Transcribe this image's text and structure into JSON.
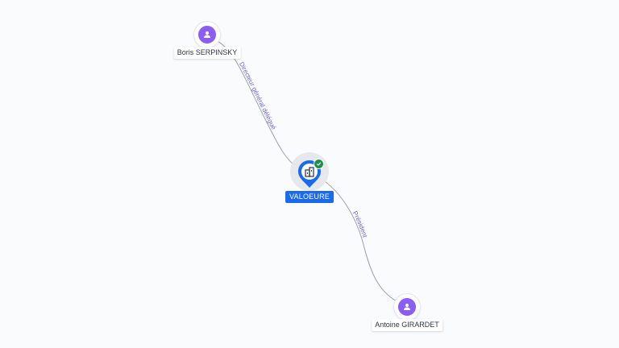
{
  "nodes": {
    "person_top": {
      "name": "Boris SERPINSKY",
      "icon": "person-icon"
    },
    "company": {
      "name": "VALOEURE",
      "icon": "building-icon",
      "status": "verified-check-icon"
    },
    "person_bottom": {
      "name": "Antoine GIRARDET",
      "icon": "person-icon"
    }
  },
  "edges": {
    "top_to_company": {
      "label": "Directeur général délégué"
    },
    "company_to_bottom": {
      "label": "Président"
    }
  },
  "colors": {
    "person_accent": "#8b5cf6",
    "company_accent": "#1a6af0",
    "edge_label": "#6f63d8",
    "check": "#1f8f4e"
  }
}
